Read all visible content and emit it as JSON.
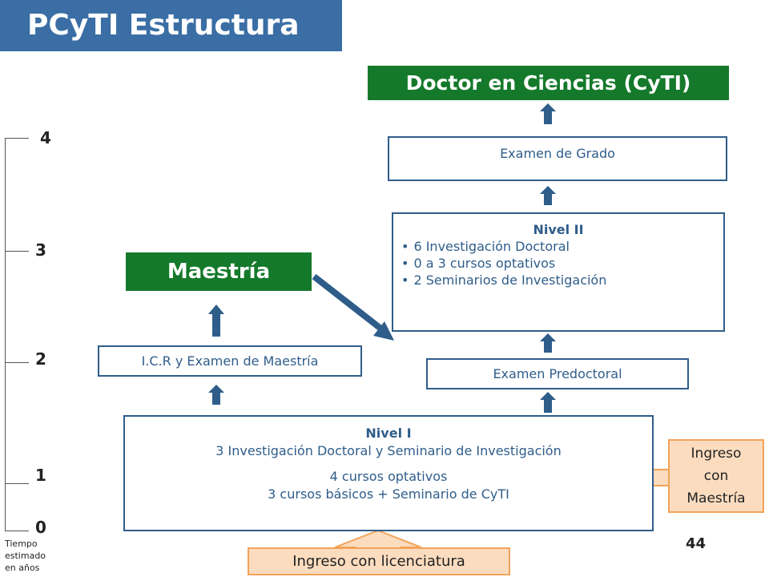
{
  "title": "PCyTI Estructura",
  "doctor": "Doctor en Ciencias (CyTI)",
  "examen_grado": "Examen de Grado",
  "nivel2": {
    "heading": "Nivel II",
    "items": [
      "6 Investigación Doctoral",
      "0 a 3 cursos optativos",
      "2 Seminarios de Investigación"
    ]
  },
  "maestria": "Maestría",
  "icr": "I.C.R y Examen de Maestría",
  "examen_predoctoral": "Examen Predoctoral",
  "nivel1": {
    "heading": "Nivel I",
    "line1": "3 Investigación  Doctoral y Seminario de Investigación",
    "line2": "4 cursos optativos",
    "line3": "3 cursos básicos + Seminario de CyTI"
  },
  "ingreso_maestria": [
    "Ingreso",
    "con",
    "Maestría"
  ],
  "ingreso_licenciatura": "Ingreso con licenciatura",
  "timeline": {
    "labels": [
      "4",
      "3",
      "2",
      "1",
      "0"
    ],
    "caption": [
      "Tiempo",
      "estimado",
      "en años"
    ]
  },
  "page_number": "44",
  "colors": {
    "title_bg": "#3a6ea5",
    "green": "#14792a",
    "arrow_blue": "#2f5d8a",
    "orange": "#f2a35a"
  }
}
